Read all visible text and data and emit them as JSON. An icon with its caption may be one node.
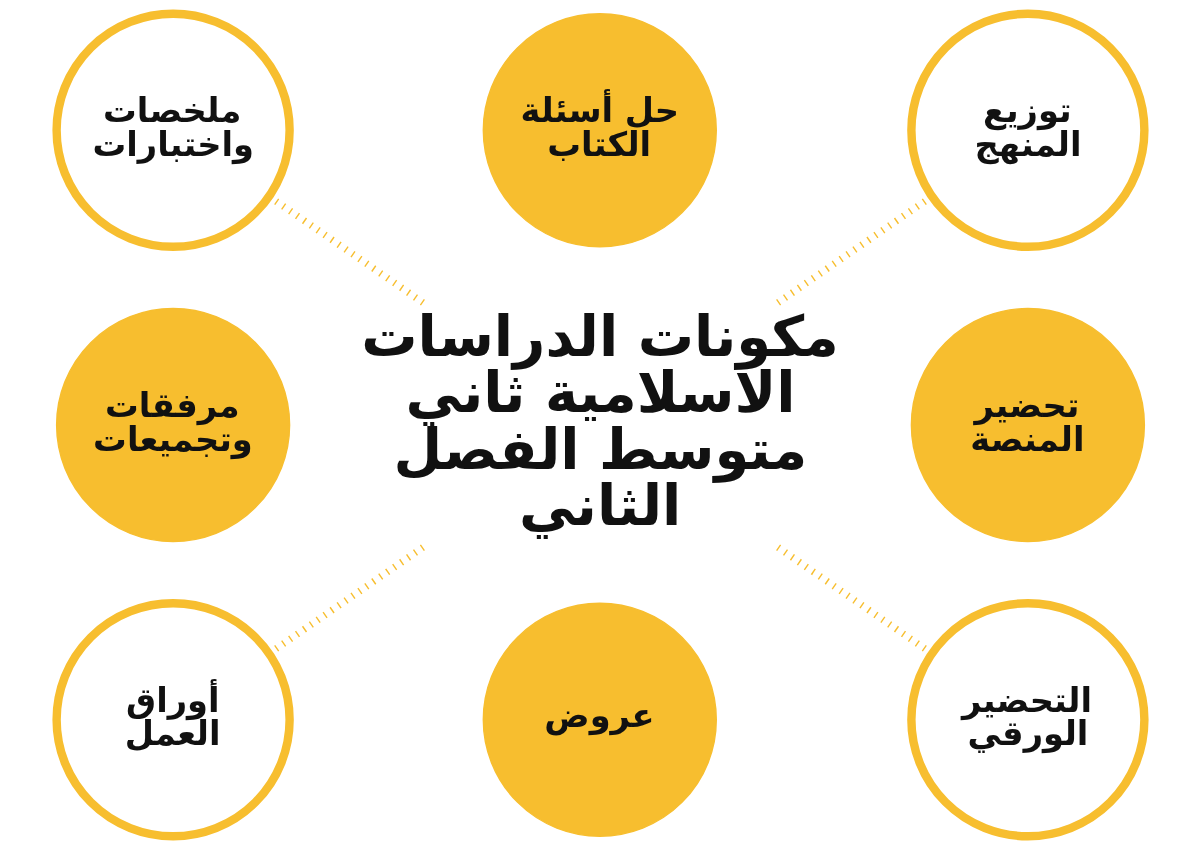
{
  "diagram": {
    "nodes": [
      {
        "text": [
          "توزيع المنهج"
        ]
      },
      {
        "text": [
          "حل أسئلة الكتاب"
        ]
      },
      {
        "text": [
          "ملخصات واختبارات"
        ]
      },
      {
        "text": [
          "مكونات الدراسات الاسلامية ثاني متوسط الفصل الثاني"
        ]
      },
      {
        "text": [
          "تحضير المنصة"
        ]
      },
      {
        "text": [
          "مرفقات وتجميعات"
        ]
      },
      {
        "text": [
          "التحضير الورقي"
        ]
      },
      {
        "text": [
          "عروض"
        ]
      },
      {
        "text": [
          "أوراق العمل"
        ]
      }
    ],
    "edges": [
      {
        "from": 3,
        "to": 2,
        "arrow": "none",
        "style": "dashed"
      },
      {
        "from": 3,
        "to": 0,
        "arrow": "none",
        "style": "dashed"
      },
      {
        "from": 3,
        "to": 8,
        "arrow": "none",
        "style": "dashed"
      },
      {
        "from": 3,
        "to": 6,
        "arrow": "none",
        "style": "dashed"
      }
    ]
  }
}
